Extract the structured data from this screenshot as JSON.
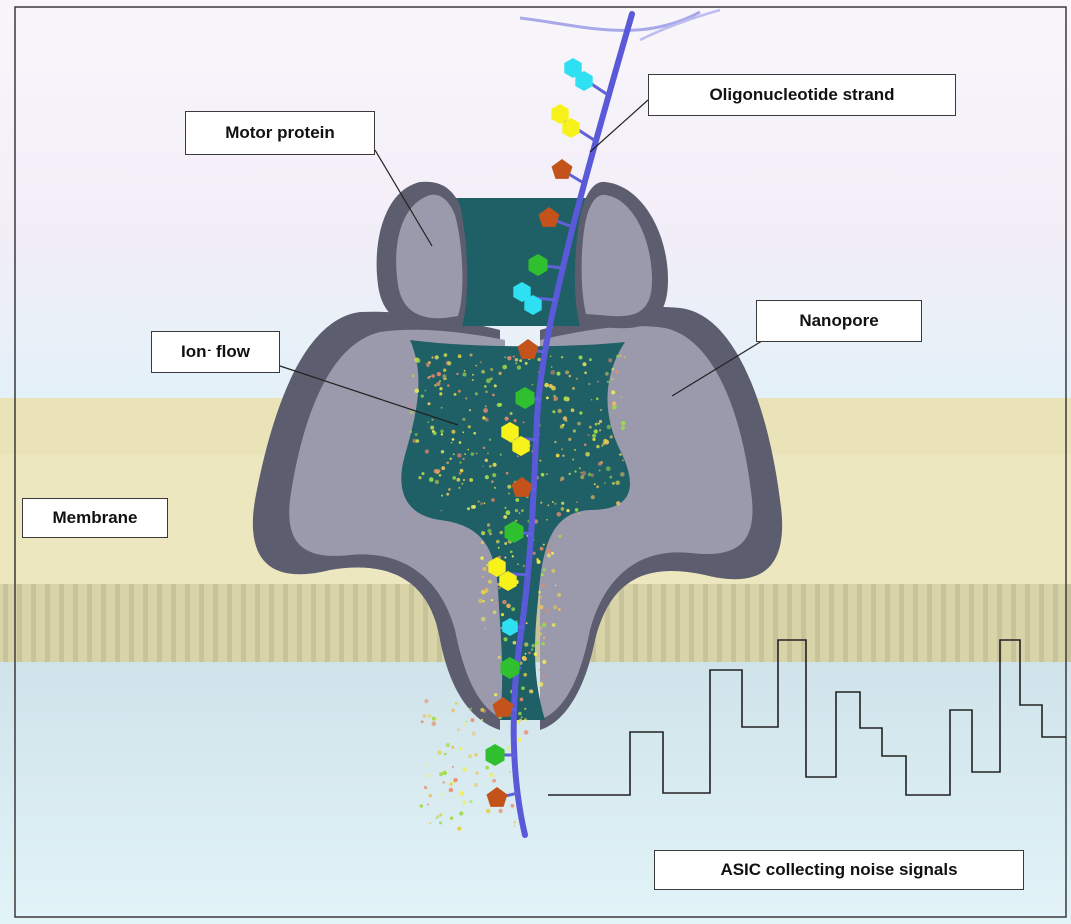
{
  "labels": {
    "motor_protein": "Motor protein",
    "oligonucleotide_strand": "Oligonucleotide strand",
    "ion_flow_prefix": "Ion",
    "ion_flow_charge": "-",
    "ion_flow_suffix": " flow",
    "nanopore": "Nanopore",
    "membrane": "Membrane",
    "asic": "ASIC collecting noise signals"
  },
  "colors": {
    "protein_gray": "#9a9aac",
    "protein_dark": "#5d5d70",
    "channel_teal": "#1f5f66",
    "strand_purple": "#5a5ad8",
    "base_cyan": "#2fe0f2",
    "base_yellow": "#f6f21a",
    "base_orange": "#c4531b",
    "base_green": "#2fbf2f",
    "membrane_tan": "#ece6bb",
    "sky_top": "#f7f4fb",
    "water_bottom": "#dff0f5",
    "signal_line": "#222222"
  }
}
